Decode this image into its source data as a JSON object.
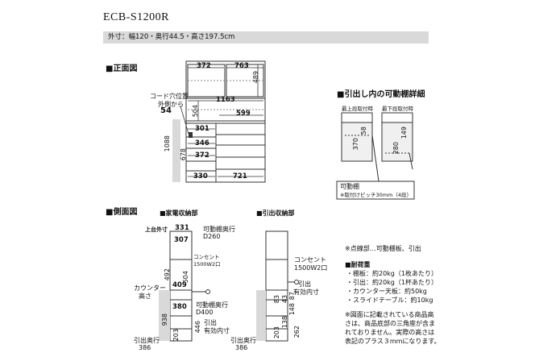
{
  "header": {
    "model": "ECB-S1200R",
    "spec": "外寸：幅120・奥行44.5・高さ197.5cm"
  },
  "front": {
    "heading": "■正面図",
    "cord_label": [
      "コード穴位置",
      "外側から"
    ],
    "dims": {
      "d372_top": "372",
      "d763": "763",
      "d489": "489",
      "d1163": "1163",
      "d54": "54",
      "d504": "504",
      "d599": "599",
      "d301": "301",
      "d346": "346",
      "d372_low": "372",
      "d1088": "1088",
      "d678": "678",
      "d330": "330",
      "d721": "721"
    }
  },
  "drawer_detail": {
    "heading": "■引出し内の可動棚詳細",
    "top_label": "最上段取付時",
    "bottom_label": "最下段取付時",
    "dims": {
      "d370": "370",
      "d58": "58",
      "d280": "280",
      "d149": "149"
    },
    "shelf_label": "可動棚",
    "shelf_note": "※取付けピッチ30mm（4段）"
  },
  "side": {
    "heading": "■側面図",
    "appliance_heading": "■家電収納部",
    "drawer_heading": "■引出収納部",
    "top_depth_label": "上台外寸",
    "dims": {
      "d331": "331",
      "d307": "307",
      "d492": "492",
      "d504": "504",
      "d409": "409",
      "d380": "380",
      "d938": "938",
      "d446": "446",
      "d203": "203",
      "d386": "386",
      "dr_d83": "83",
      "dr_d43": "43",
      "dr_d148": "148",
      "dr_d87": "87",
      "dr_d138": "138",
      "dr_d203": "203",
      "dr_d262": "262",
      "dr_d386": "386"
    },
    "shelf_depth_label": "可動棚奥行",
    "shelf_depth_value": "D260",
    "outlet_small": "コンセント",
    "outlet_small_rating": "1500W2口",
    "counter_label": "カウンター",
    "counter_label2": "高さ",
    "drawer_depth_label": "可動棚奥行",
    "drawer_depth_value": "D400",
    "drawer_inner_label": "引出",
    "drawer_inner_label2": "有効内寸",
    "drawer_back_label": "引出奥行",
    "dr_outlet": "コンセント",
    "dr_outlet_rating": "1500W2口",
    "dr_inner_label": "引出",
    "dr_inner_label2": "有効内寸",
    "dr_back_label": "引出奥行"
  },
  "notes": {
    "dotted": "※点線部…可動棚板、引出",
    "load_heading": "■耐荷重",
    "loads": [
      "・棚板：約20kg（1枚あたり）",
      "・引出：約20kg（1杯あたり）",
      "・カウンター天板：約50kg",
      "・スライドテーブル：約10kg"
    ],
    "disclaimer": [
      "※図面に記載されている商品高",
      "さは、商品底部の三角座が含ま",
      "れておりません。実際の高さは",
      "表記のプラス３mmになります。"
    ]
  }
}
